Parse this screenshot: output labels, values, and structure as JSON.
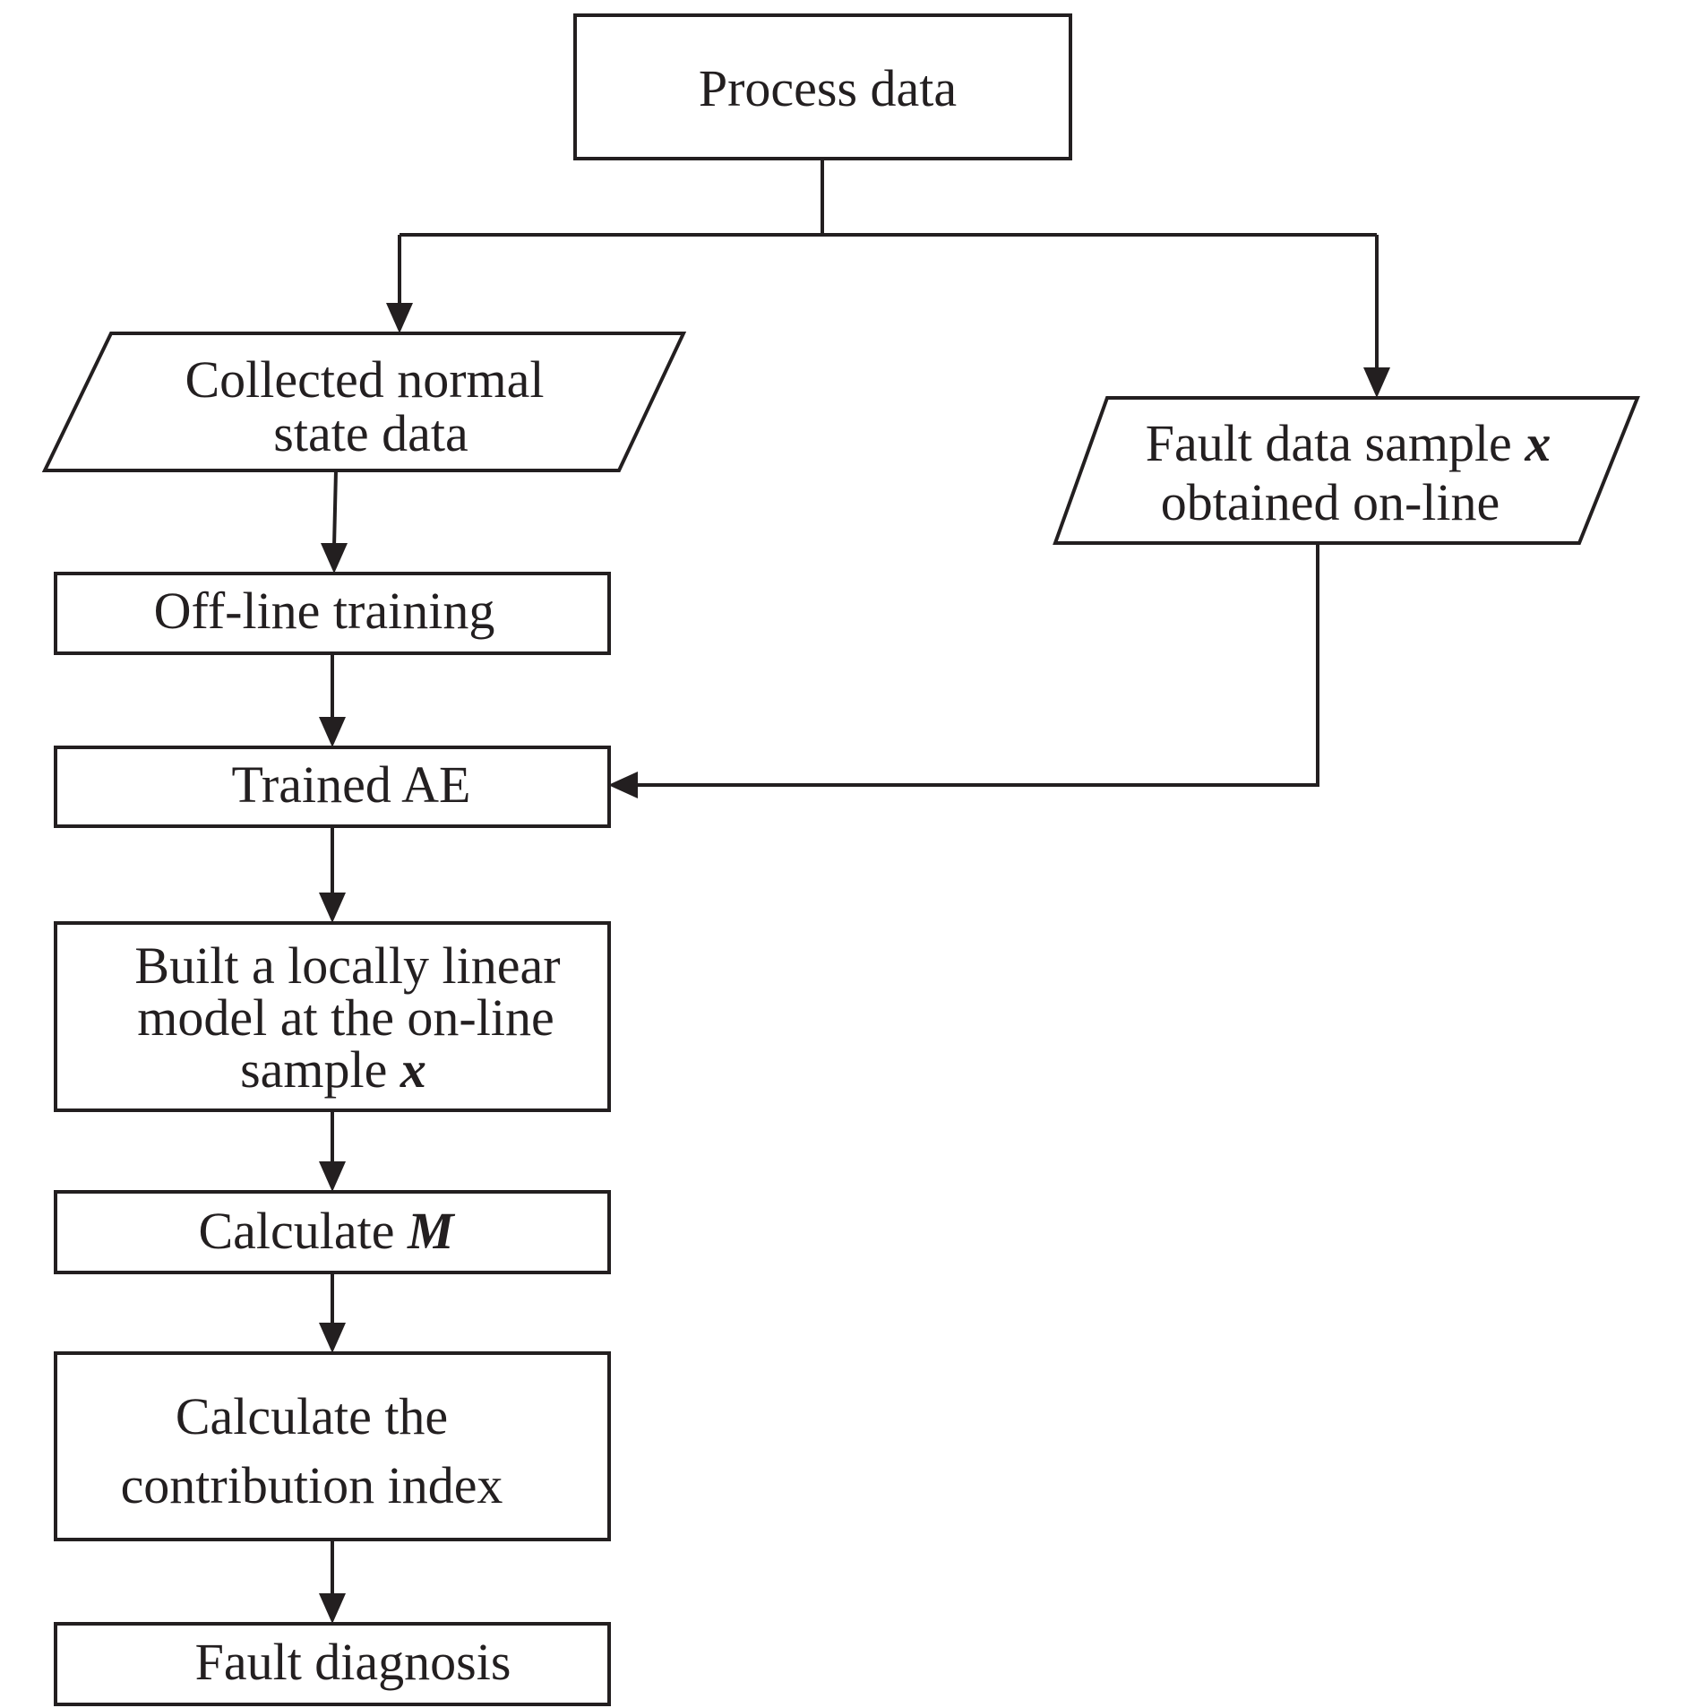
{
  "nodes": {
    "process_data": {
      "label": "Process data"
    },
    "normal_data": {
      "line1": "Collected normal",
      "line2": "state data"
    },
    "fault_sample": {
      "line1_text": "Fault data sample ",
      "line1_var": "x",
      "line2": "obtained on-line"
    },
    "offline_training": {
      "label": "Off-line training"
    },
    "trained_ae": {
      "label": "Trained AE"
    },
    "local_linear_model": {
      "line1": "Built a locally linear",
      "line2": "model at the on-line",
      "line3_text": "sample ",
      "line3_var": "x"
    },
    "calculate_m": {
      "label_text": "Calculate ",
      "label_var": "M"
    },
    "contribution_index": {
      "line1": "Calculate the",
      "line2": "contribution index"
    },
    "fault_diagnosis": {
      "label": "Fault diagnosis"
    }
  }
}
